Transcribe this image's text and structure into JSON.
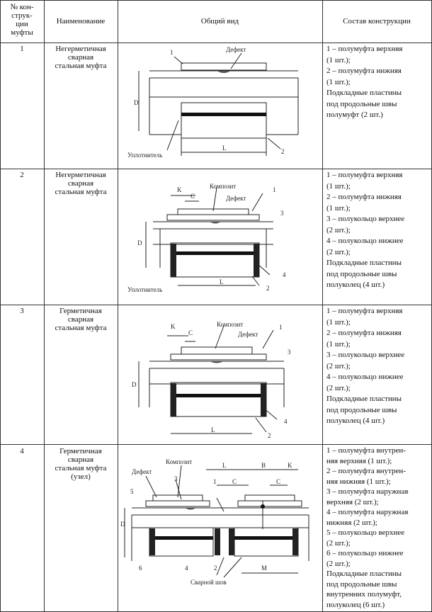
{
  "header": {
    "col1": [
      "№ кон-",
      "струк-",
      "ции",
      "муфты"
    ],
    "col2": "Наименование",
    "col3": "Общий вид",
    "col4": "Состав конструкции"
  },
  "rows": [
    {
      "num": "1",
      "name": [
        "Негерметичная",
        "сварная",
        "стальная муфта"
      ],
      "composition": [
        "1 – полумуфта верхняя",
        "(1 шт.);",
        "2 – полумуфта нижняя",
        "(1 шт.);",
        "Подкладные пластины",
        "под продольные швы",
        "полумуфт (2 шт.)"
      ],
      "labels": {
        "defect": "Дефект",
        "d": "D",
        "l": "L",
        "seal": "Уплотнитель",
        "n1": "1",
        "n2": "2"
      }
    },
    {
      "num": "2",
      "name": [
        "Негерметичная",
        "сварная",
        "стальная муфта"
      ],
      "composition": [
        "1 – полумуфта верхняя",
        "(1 шт.);",
        "2 – полумуфта нижняя",
        "(1 шт.);",
        "3 – полукольцо верхнее",
        "(2 шт.);",
        "4 – полукольцо нижнее",
        "(2 шт.);",
        "Подкладные пластины",
        "под продольные швы",
        "полуколец (4 шт.)"
      ],
      "labels": {
        "k": "K",
        "c": "C",
        "composite": "Композит",
        "defect": "Дефект",
        "d": "D",
        "l": "L",
        "seal": "Уплотнитель",
        "n1": "1",
        "n2": "2",
        "n3": "3",
        "n4": "4"
      }
    },
    {
      "num": "3",
      "name": [
        "Герметичная",
        "сварная",
        "стальная муфта"
      ],
      "composition": [
        "1 – полумуфта верхняя",
        "(1 шт.);",
        "2 – полумуфта нижняя",
        "(1 шт.);",
        "3 – полукольцо верхнее",
        "(2 шт.);",
        "4 – полукольцо нижнее",
        "(2 шт.);",
        "Подкладные пластины",
        "под продольные швы",
        "полуколец (4 шт.)"
      ],
      "labels": {
        "k": "K",
        "c": "C",
        "composite": "Композит",
        "defect": "Дефект",
        "d": "D",
        "l": "L",
        "n1": "1",
        "n2": "2",
        "n3": "3",
        "n4": "4"
      }
    },
    {
      "num": "4",
      "name": [
        "Герметичная",
        "сварная",
        "стальная муфта",
        "(узел)"
      ],
      "composition": [
        "1 – полумуфта внутрен-",
        "няя верхняя (1 шт.);",
        "2 – полумуфта внутрен-",
        "няя нижняя (1 шт.);",
        "3 – полумуфта наружная",
        "верхняя (2 шт.);",
        "4 – полумуфта наружная",
        "нижняя (2 шт.);",
        "5 – полукольцо верхнее",
        "(2 шт.);",
        "6 – полукольцо нижнее",
        "(2 шт.);",
        "Подкладные пластины",
        "под продольные швы",
        "внутренних полумуфт,",
        "полуколец (6 шт.)"
      ],
      "labels": {
        "defect": "Дефект",
        "composite": "Композит",
        "l": "L",
        "b": "B",
        "k": "K",
        "c1": "C",
        "c2": "C",
        "d": "D",
        "m": "M",
        "weld": "Сварной шов",
        "n1": "1",
        "n2": "2",
        "n3": "3",
        "n4": "4",
        "n5": "5",
        "n6": "6"
      }
    }
  ]
}
